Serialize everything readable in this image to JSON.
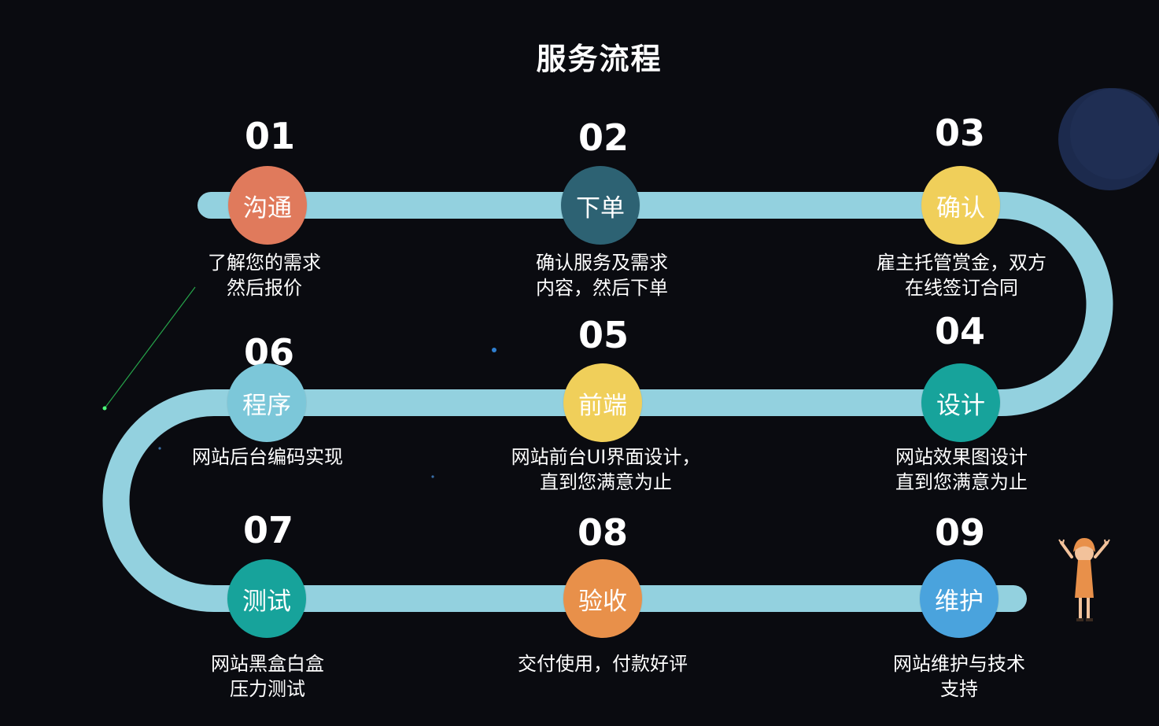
{
  "title": "服务流程",
  "colors": {
    "background": "#0a0b10",
    "track": "#93d1df",
    "moon": "#1c2a4d"
  },
  "steps": [
    {
      "num": "01",
      "label": "沟通",
      "desc": "了解您的需求\n然后报价",
      "color": "#e07a5c"
    },
    {
      "num": "02",
      "label": "下单",
      "desc": "确认服务及需求\n内容，然后下单",
      "color": "#2d6273"
    },
    {
      "num": "03",
      "label": "确认",
      "desc": "雇主托管赏金，双方\n在线签订合同",
      "color": "#f0cf5a"
    },
    {
      "num": "04",
      "label": "设计",
      "desc": "网站效果图设计\n直到您满意为止",
      "color": "#17a39b"
    },
    {
      "num": "05",
      "label": "前端",
      "desc": "网站前台UI界面设计，\n直到您满意为止",
      "color": "#f0cf5a"
    },
    {
      "num": "06",
      "label": "程序",
      "desc": "网站后台编码实现",
      "color": "#7cc7d9"
    },
    {
      "num": "07",
      "label": "测试",
      "desc": "网站黑盒白盒\n压力测试",
      "color": "#17a39b"
    },
    {
      "num": "08",
      "label": "验收",
      "desc": "交付使用，付款好评",
      "color": "#e8904a"
    },
    {
      "num": "09",
      "label": "维护",
      "desc": "网站维护与技术\n支持",
      "color": "#4aa3dd"
    }
  ],
  "decor": {
    "person": "person-figure-icon",
    "moon": "moon-icon",
    "shooting_star": "shooting-star-icon"
  }
}
